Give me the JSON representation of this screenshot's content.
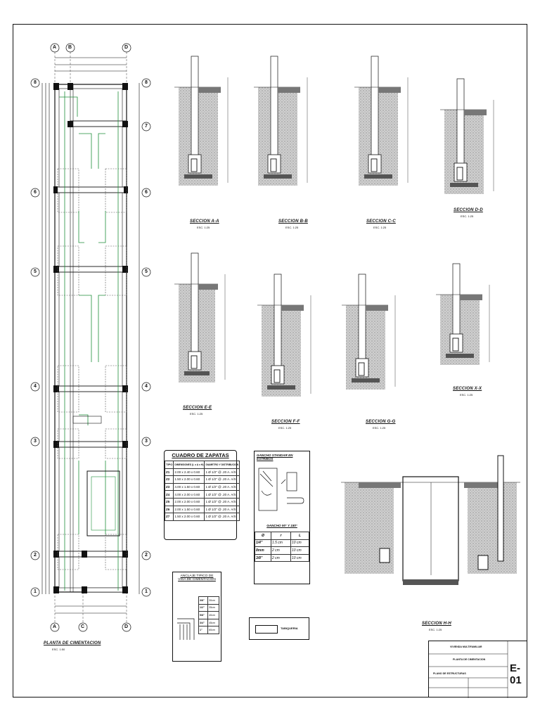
{
  "plan": {
    "title": "PLANTA DE CIMENTACION",
    "scale": "ESC. 1:50",
    "axes_letters_top": [
      "A",
      "B",
      "D"
    ],
    "axes_letters_bottom": [
      "A",
      "C",
      "D"
    ],
    "axes_numbers_left": [
      "8",
      "6",
      "5",
      "4",
      "3",
      "2",
      "1"
    ],
    "axes_numbers_right": [
      "8",
      "7",
      "6",
      "5",
      "4",
      "3",
      "2",
      "1"
    ]
  },
  "sections": [
    {
      "title": "SECCION A-A",
      "scale": "ESC. 1:25"
    },
    {
      "title": "SECCION B-B",
      "scale": "ESC. 1:25"
    },
    {
      "title": "SECCION C-C",
      "scale": "ESC. 1:25"
    },
    {
      "title": "SECCION D-D",
      "scale": "ESC. 1:25"
    },
    {
      "title": "SECCION E-E",
      "scale": "ESC. 1:25"
    },
    {
      "title": "SECCION F-F",
      "scale": "ESC. 1:25"
    },
    {
      "title": "SECCION G-G",
      "scale": "ESC. 1:25"
    },
    {
      "title": "SECCION X-X",
      "scale": "ESC. 1:25"
    },
    {
      "title": "SECCION H-H",
      "scale": "ESC. 1:25"
    }
  ],
  "zapatas_table": {
    "title": "CUADRO DE ZAPATAS",
    "headers": [
      "TIPO",
      "DIMENSIONES (L x A x H)",
      "DIAMETRO Y DISTRIBUCION"
    ],
    "rows": [
      [
        "Z1",
        "2.00 x 2.40 x 0.60",
        "1 Ø 1/2\" @ .20 A. A/S"
      ],
      [
        "Z2",
        "1.50 x 2.00 x 0.60",
        "1 Ø 1/2\" @ .20 A. A/S"
      ],
      [
        "Z3",
        "4.00 x 1.50 x 0.60",
        "1 Ø 1/2\" @ .20 A. A/S"
      ],
      [
        "Z4",
        "4.00 x 2.00 x 0.60",
        "1 Ø 1/2\" @ .20 A. A/S"
      ],
      [
        "Z5",
        "2.00 x 2.00 x 0.60",
        "1 Ø 1/2\" @ .20 A. A/S"
      ],
      [
        "Z6",
        "2.00 x 1.50 x 0.60",
        "1 Ø 1/2\" @ .20 A. A/S"
      ],
      [
        "Z7",
        "1.50 x 2.00 x 0.60",
        "1 Ø 1/2\" @ .20 A. A/S"
      ]
    ]
  },
  "gancho": {
    "title": "GANCHO STANDAR EN ESTRIBOS",
    "subtitle": "GANCHO 90° Y 180°",
    "headers": [
      "Ø",
      "r",
      "L"
    ],
    "rows": [
      [
        "1/4\"",
        "1.5 cm",
        "10 cm"
      ],
      [
        "8mm",
        "2 cm",
        "10 cm"
      ],
      [
        "3/8\"",
        "2 cm",
        "10 cm"
      ]
    ]
  },
  "anclaje": {
    "title": "ANCLAJE TIPICO DE",
    "title2": "VIGA DE CIMENTACION",
    "rows": [
      [
        "3/8\"",
        "30cm"
      ],
      [
        "1/2\"",
        "35cm"
      ],
      [
        "5/8\"",
        "40cm"
      ],
      [
        "3/4\"",
        "45cm"
      ],
      [
        "1\"",
        "60cm"
      ]
    ]
  },
  "legend": {
    "label": "TABIQUERIA"
  },
  "title_block": {
    "project": "VIVIENDA MULTIFAMILIAR",
    "sheet_name": "PLANTA DE CIMENTACION",
    "specialty": "PLANO DE ESTRUCTURAS",
    "sheet_code": "E-01"
  },
  "colors": {
    "line": "#111111",
    "green": "#1f8f3a",
    "hatch": "#9a9a9a"
  }
}
